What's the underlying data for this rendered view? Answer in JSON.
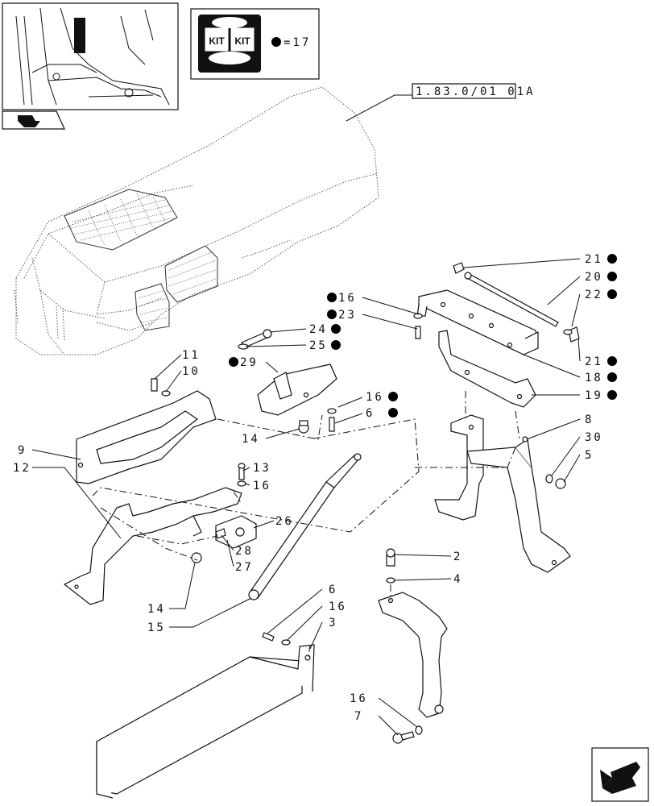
{
  "kit": {
    "badge_text_1": "KIT",
    "badge_text_2": "KIT",
    "equals_label": "=17"
  },
  "reference": {
    "code": "1.83.0/01 01A"
  },
  "labels": {
    "l21a": "21",
    "l20": "20",
    "l22": "22",
    "l21b": "21",
    "l18": "18",
    "l19": "19",
    "l16a": "16",
    "l23": "23",
    "l24": "24",
    "l25": "25",
    "l29": "29",
    "l11": "11",
    "l10": "10",
    "l16b": "16",
    "l6a": "6",
    "l14a": "14",
    "l8": "8",
    "l30": "30",
    "l5": "5",
    "l9": "9",
    "l12": "12",
    "l13": "13",
    "l16c": "16",
    "l26": "26",
    "l28": "28",
    "l27": "27",
    "l2": "2",
    "l4": "4",
    "l14b": "14",
    "l15": "15",
    "l6b": "6",
    "l16d": "16",
    "l3": "3",
    "l16e": "16",
    "l7": "7"
  },
  "icons": {
    "thumbnail": "tractor-cab-thumbnail-icon",
    "kit": "kit-box-icon",
    "nav_small": "previous-page-arrow-icon",
    "nav_large": "next-page-arrow-icon",
    "bullet": "kit-bullet-icon"
  }
}
